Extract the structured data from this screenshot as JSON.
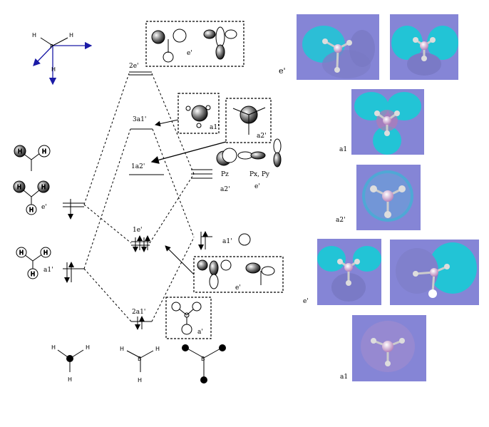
{
  "axes_molecule": {
    "atoms": [
      "H",
      "H",
      "P",
      "H"
    ]
  },
  "levels": {
    "two_e": "2e'",
    "three_a1": "3a1'",
    "one_a2": "1a2'",
    "one_e": "1e'",
    "two_a1": "2a1'"
  },
  "left_fragment": {
    "e_label": "e'",
    "a1_label": "a1'",
    "atoms": [
      "H",
      "H",
      "H",
      "H",
      "H",
      "H",
      "H",
      "H"
    ]
  },
  "right_fragment": {
    "a1_label": "a1'",
    "pz": "Pz",
    "pxpy": "Px, Py",
    "a2_label": "a2'",
    "e_label": "e'"
  },
  "boxes": {
    "top_e": "e'",
    "a1_box": "a1'",
    "a2_box": "a2'",
    "mid_e": "e'",
    "bottom_a": "a'"
  },
  "bottom_molecules": {
    "mol1": [
      "H",
      "H",
      "H"
    ],
    "mol2": [
      "H",
      "B",
      "H",
      "H"
    ],
    "mol3": [
      "B"
    ]
  },
  "panels": {
    "e_top": "e'",
    "a1_mid": "a1",
    "a2": "a2'",
    "e_bottom": "e'",
    "a1_bottom": "a1"
  },
  "colors": {
    "panel_bg": "#8585d6",
    "lobe": "#22c4d6",
    "arrow_blue": "#1a1aa6"
  }
}
